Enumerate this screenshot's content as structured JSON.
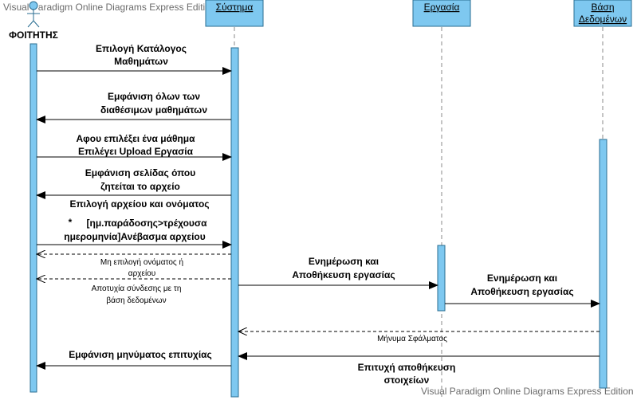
{
  "watermark": "Visual Paradigm Online Diagrams Express Edition",
  "colors": {
    "activation": "#7ec8f0",
    "activation_border": "#2a6e92",
    "line": "#000000"
  },
  "actor": {
    "label": "ΦΟΙΤΗΤΗΣ",
    "icon": "stick-figure-actor-icon"
  },
  "lifelines": {
    "system": "Σύστημα",
    "assignment": "Εργασία",
    "database": [
      "Βάση",
      "Δεδομένων"
    ]
  },
  "messages": {
    "m1": [
      "Επιλογή Κατάλογος",
      "Μαθημάτων"
    ],
    "m2": [
      "Εμφάνιση όλων των",
      "διαθέσιμων μαθημάτων"
    ],
    "m3": [
      "Αφου επιλέξει ένα μάθημα",
      "Επιλέγει Upload Εργασία"
    ],
    "m4": [
      "Εμφάνιση σελίδας όπου",
      "ζητείται το αρχείο"
    ],
    "m5_title": "Επιλογή αρχείου και ονόματος",
    "m5_star": "*",
    "m5_line1": "[ημ.παράδοσης>τρέχουσα",
    "m5_line2": "ημερομηνία]Ανέβασμα αρχείου",
    "r1": [
      "Μη επιλογή ονόματος ή",
      "αρχείου"
    ],
    "r2": [
      "Αποτυχία σύνδεσης με τη",
      "βάση δεδομένων"
    ],
    "m6": [
      "Ενημέρωση και",
      "Αποθήκευση εργασίας"
    ],
    "m7": [
      "Ενημέρωση και",
      "Αποθήκευση εργασίας"
    ],
    "r3": "Μήνυμα Σφάλματος",
    "m8": "Εμφάνιση μηνύματος επιτυχίας",
    "m9": [
      "Επιτυχή αποθήκευση",
      "στοιχείων"
    ]
  }
}
